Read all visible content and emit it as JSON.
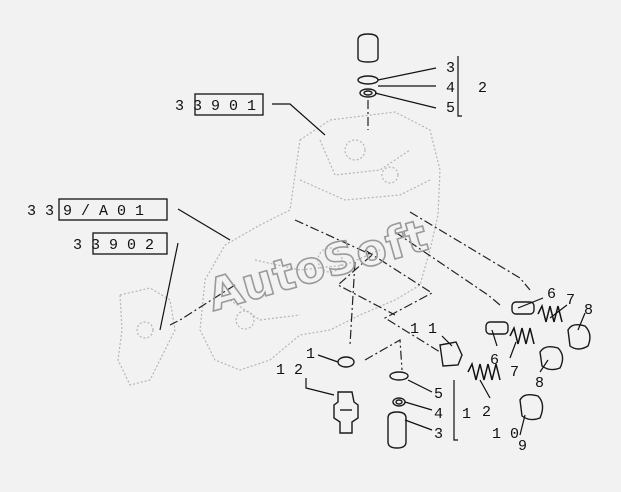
{
  "refs": {
    "ref_339_01": "3 3 9  0 1",
    "ref_33_9a_01": "3 3 9 /  A  0 1",
    "ref_339_02": "3 3 9  0 2"
  },
  "callouts": {
    "top_3": "3",
    "top_4": "4",
    "top_5": "5",
    "top_2": "2",
    "r_6a": "6",
    "r_7a": "7",
    "r_8a": "8",
    "r_11": "1 1",
    "r_6b": "6",
    "r_7b": "7",
    "r_8b": "8",
    "r_2": "2",
    "r_10": "1 0",
    "r_9": "9",
    "b_5": "5",
    "b_4": "4",
    "b_3": "3",
    "b_1": "1",
    "l_1": "1",
    "l_12": "1 2"
  },
  "watermark": "AutoSoft",
  "colors": {
    "background": "#f2f2f2",
    "ink": "#111111",
    "watermark": "#9a9a9a"
  }
}
